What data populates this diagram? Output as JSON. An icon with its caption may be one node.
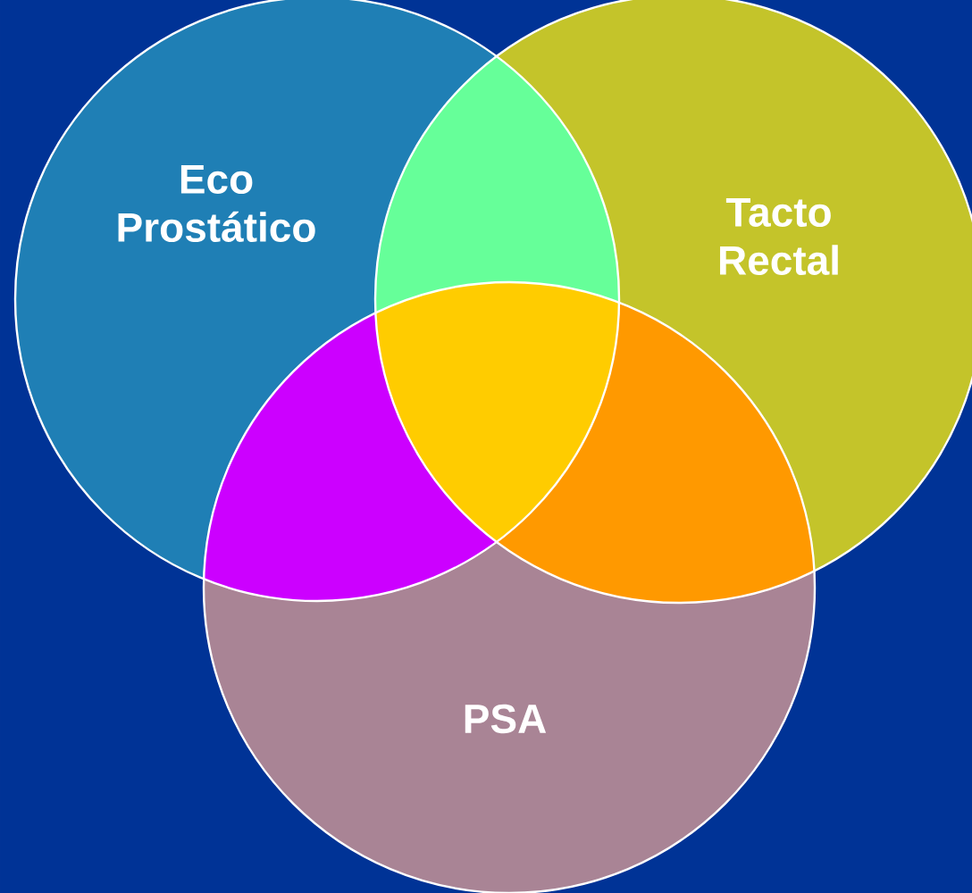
{
  "diagram": {
    "nodes": [
      {
        "text": [
          "Eco Prostático"
        ]
      },
      {
        "text": [
          "Tacto Rectal"
        ]
      },
      {
        "text": [
          "PSA"
        ]
      }
    ]
  }
}
